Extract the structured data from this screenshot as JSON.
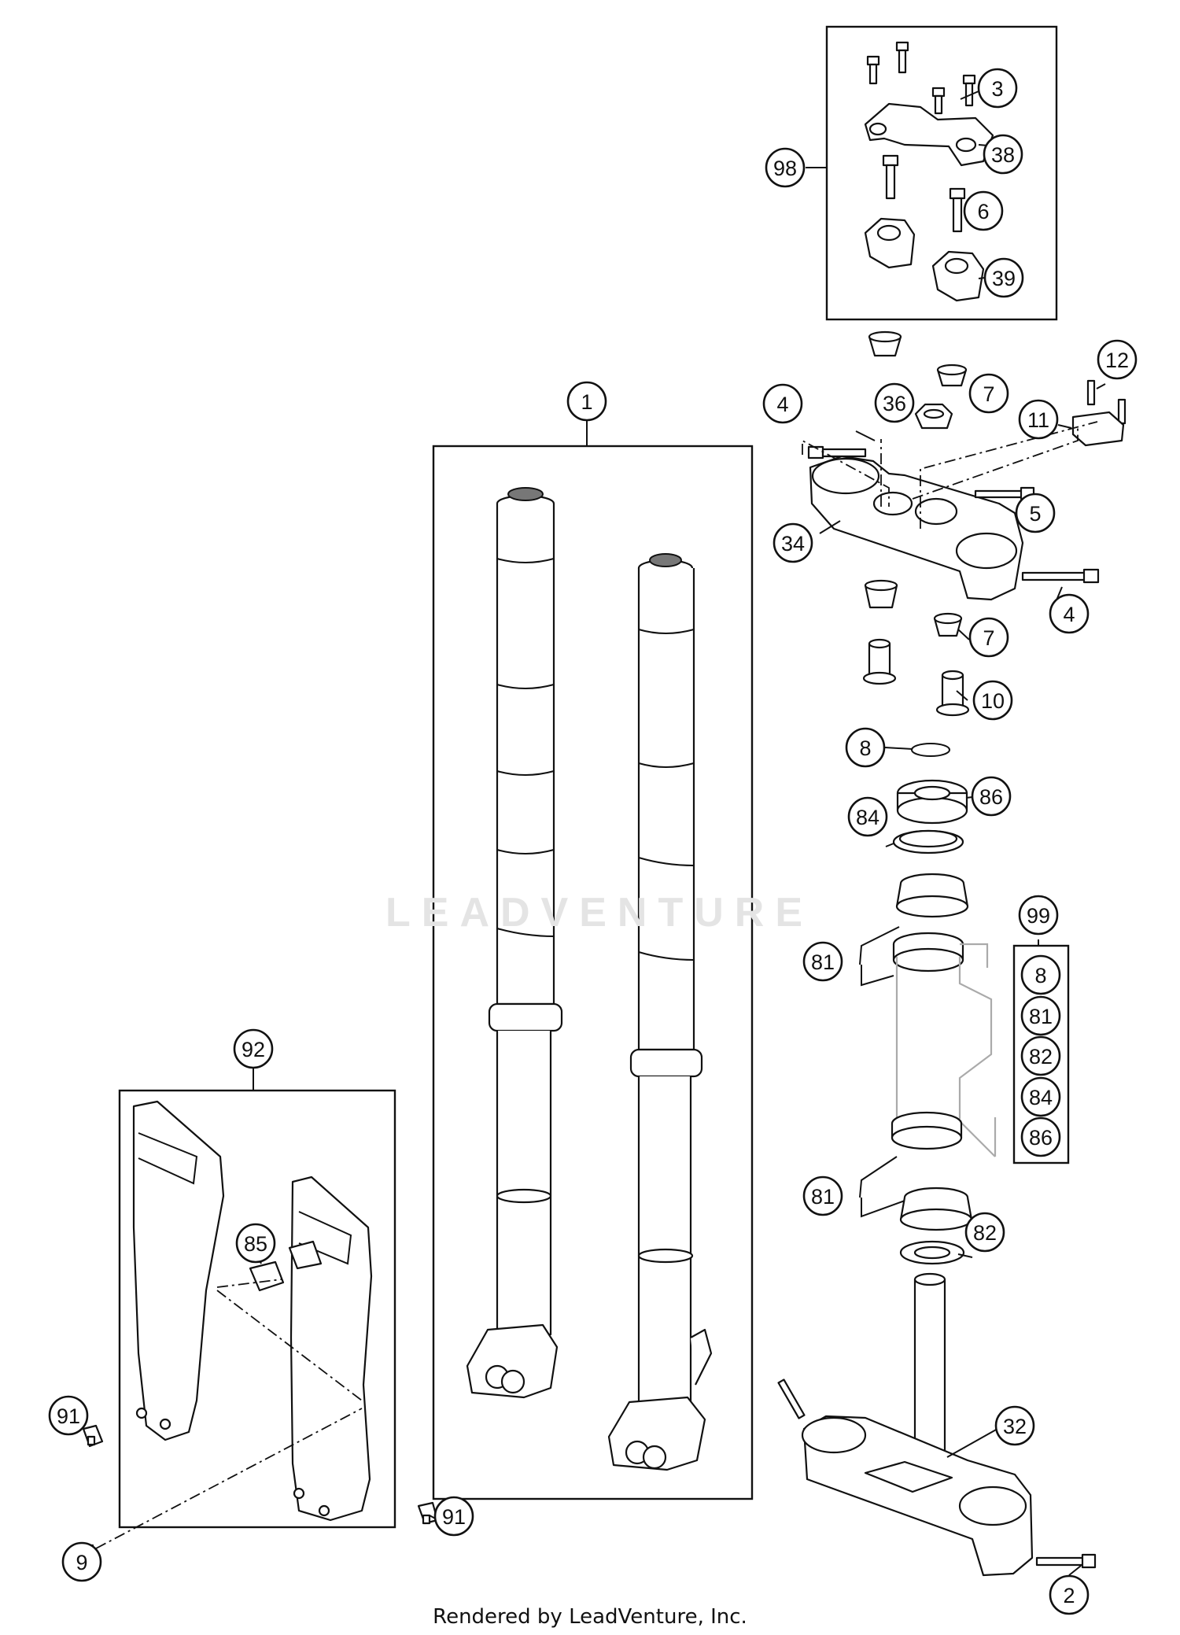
{
  "footer_text": "Rendered by LeadVenture, Inc.",
  "watermark_text": "LEADVENTURE",
  "callouts": [
    {
      "label": "1"
    },
    {
      "label": "2"
    },
    {
      "label": "3"
    },
    {
      "label": "4"
    },
    {
      "label": "4"
    },
    {
      "label": "5"
    },
    {
      "label": "6"
    },
    {
      "label": "7"
    },
    {
      "label": "7"
    },
    {
      "label": "8"
    },
    {
      "label": "9"
    },
    {
      "label": "10"
    },
    {
      "label": "11"
    },
    {
      "label": "12"
    },
    {
      "label": "32"
    },
    {
      "label": "34"
    },
    {
      "label": "36"
    },
    {
      "label": "38"
    },
    {
      "label": "39"
    },
    {
      "label": "81"
    },
    {
      "label": "81"
    },
    {
      "label": "82"
    },
    {
      "label": "84"
    },
    {
      "label": "85"
    },
    {
      "label": "86"
    },
    {
      "label": "91"
    },
    {
      "label": "91"
    },
    {
      "label": "92"
    },
    {
      "label": "98"
    },
    {
      "label": "99"
    }
  ],
  "kit_99_contents": [
    "8",
    "81",
    "82",
    "84",
    "86"
  ]
}
